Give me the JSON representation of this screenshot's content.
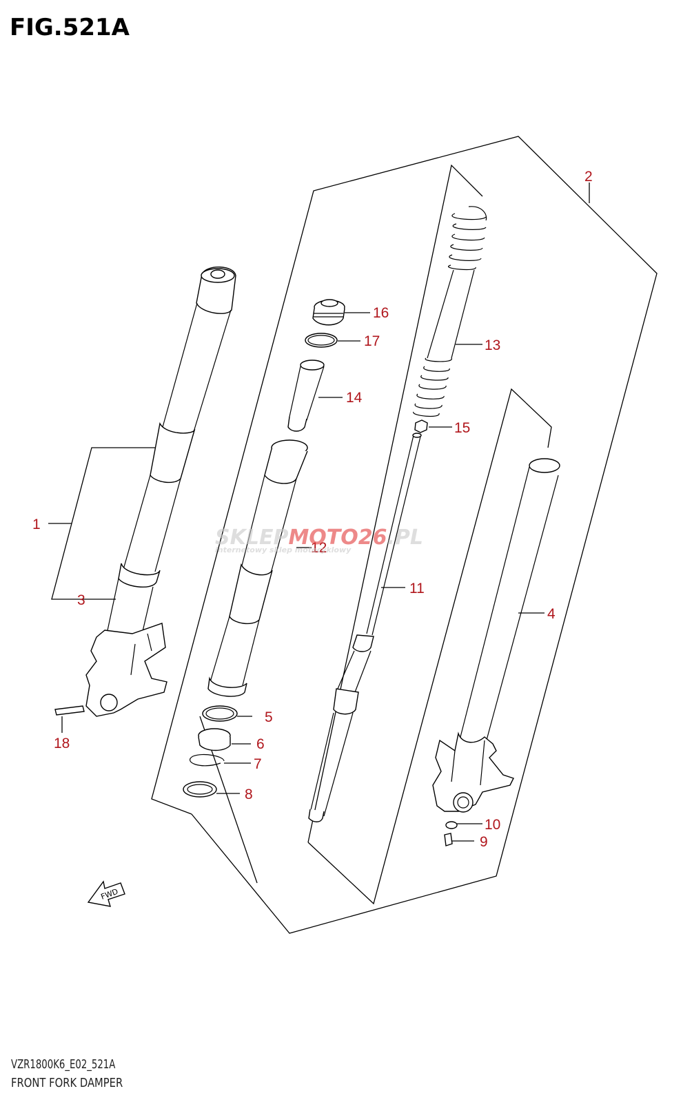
{
  "header": {
    "figure": "FIG.521A"
  },
  "footer": {
    "model_code": "VZR1800K6_E02_521A",
    "caption": "FRONT FORK DAMPER"
  },
  "watermark": {
    "brand_left": "SKLEP",
    "brand_mid": "MOTO",
    "brand_num": "26",
    "brand_ext": ".PL",
    "tagline": "internetowy sklep motocyklowy"
  },
  "fwd_label": "FWD",
  "callouts": {
    "c1": "1",
    "c2": "2",
    "c3": "3",
    "c4": "4",
    "c5": "5",
    "c6": "6",
    "c7": "7",
    "c8": "8",
    "c9": "9",
    "c10": "10",
    "c11": "11",
    "c12": "12",
    "c13": "13",
    "c14": "14",
    "c15": "15",
    "c16": "16",
    "c17": "17",
    "c18": "18"
  },
  "colors": {
    "callout": "#b0161c",
    "line": "#000000",
    "watermark_red": "#e23b3b",
    "watermark_grey": "#c9c9c9"
  }
}
